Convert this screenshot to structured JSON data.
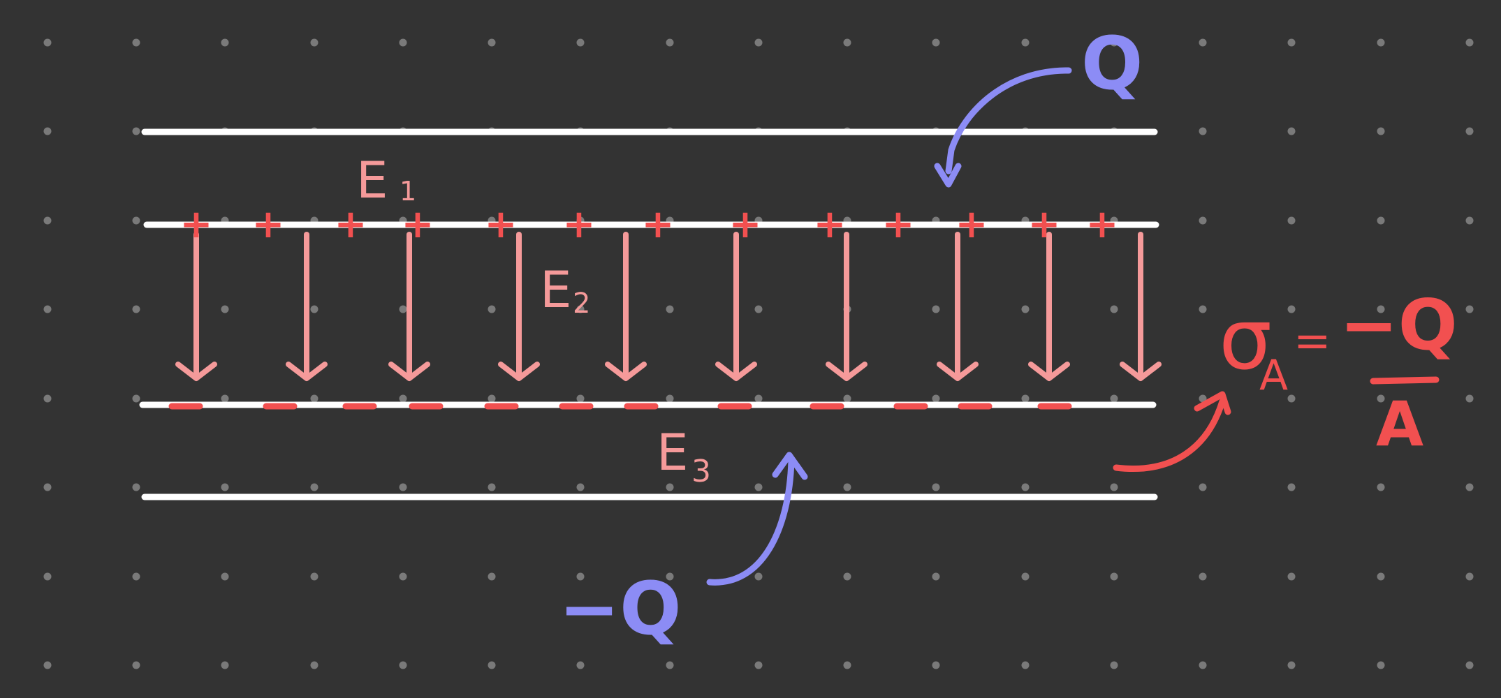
{
  "colors": {
    "background": "#333333",
    "grid_dot": "#7a7a7a",
    "plate": "#ffffff",
    "field": "#f59a9a",
    "charge": "#f25050",
    "annotation": "#8c8cf5"
  },
  "labels": {
    "e1_letter": "E",
    "e1_sub": "1",
    "e2_letter": "E",
    "e2_sub": "2",
    "e3_letter": "E",
    "e3_sub": "3",
    "plus_charge": "Q",
    "minus_charge": "−Q",
    "sigma_symbol": "σ",
    "sigma_sub": "A",
    "equals": "=",
    "numerator": "−Q",
    "denominator": "A"
  },
  "charges": {
    "top_plate_sign": "+",
    "bottom_plate_sign": "−"
  },
  "icons": [
    "field-arrow-icon",
    "pointer-arrow-icon"
  ]
}
